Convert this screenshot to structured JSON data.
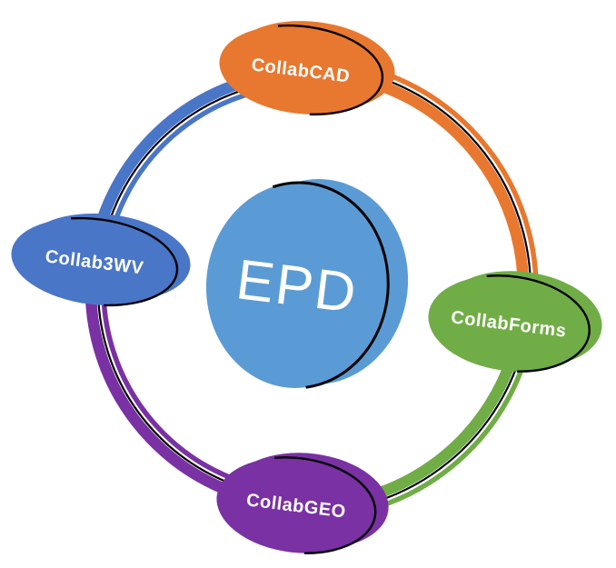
{
  "diagram": {
    "type": "cycle",
    "background": "#FFFFFF",
    "outline_color": "#000000",
    "text_color": "#FFFFFF",
    "center": {
      "label": "EPD",
      "color": "#5B9BD5"
    },
    "nodes": [
      {
        "label": "CollabCAD",
        "position": "top",
        "color": "#E8782F"
      },
      {
        "label": "CollabForms",
        "position": "right",
        "color": "#71AD47"
      },
      {
        "label": "CollabGEO",
        "position": "bottom",
        "color": "#7931A3"
      },
      {
        "label": "Collab3WV",
        "position": "left",
        "color": "#4A76C8"
      }
    ],
    "connections": [
      {
        "from": "Collab3WV",
        "to": "CollabCAD",
        "color": "#4A76C8"
      },
      {
        "from": "CollabCAD",
        "to": "CollabForms",
        "color": "#E8782F"
      },
      {
        "from": "CollabForms",
        "to": "CollabGEO",
        "color": "#71AD47"
      },
      {
        "from": "CollabGEO",
        "to": "Collab3WV",
        "color": "#7931A3"
      }
    ]
  }
}
